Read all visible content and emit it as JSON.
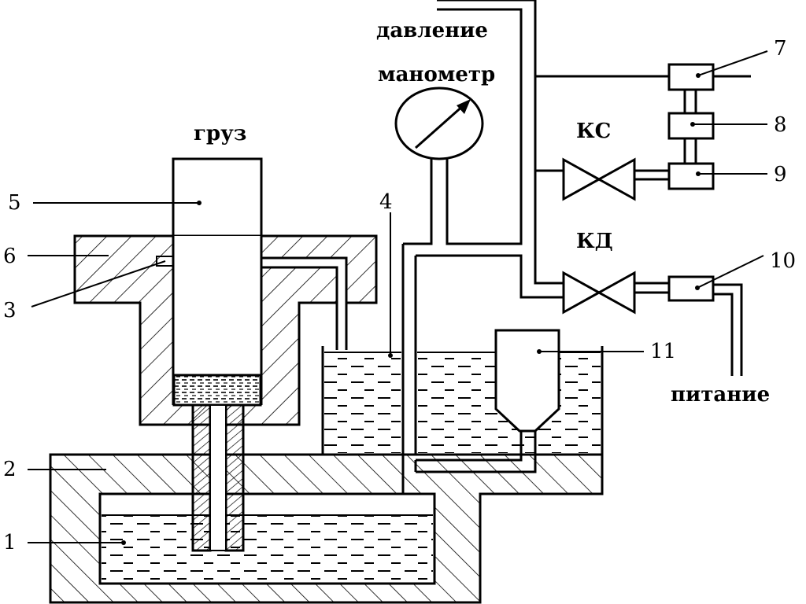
{
  "labels": {
    "pressure": "давление",
    "gauge": "манометр",
    "weight": "груз",
    "check_valve": "КС",
    "pressure_valve": "КД",
    "supply": "питание"
  },
  "numbers": {
    "n1": "1",
    "n2": "2",
    "n3": "3",
    "n4": "4",
    "n5": "5",
    "n6": "6",
    "n7": "7",
    "n8": "8",
    "n9": "9",
    "n10": "10",
    "n11": "11"
  }
}
